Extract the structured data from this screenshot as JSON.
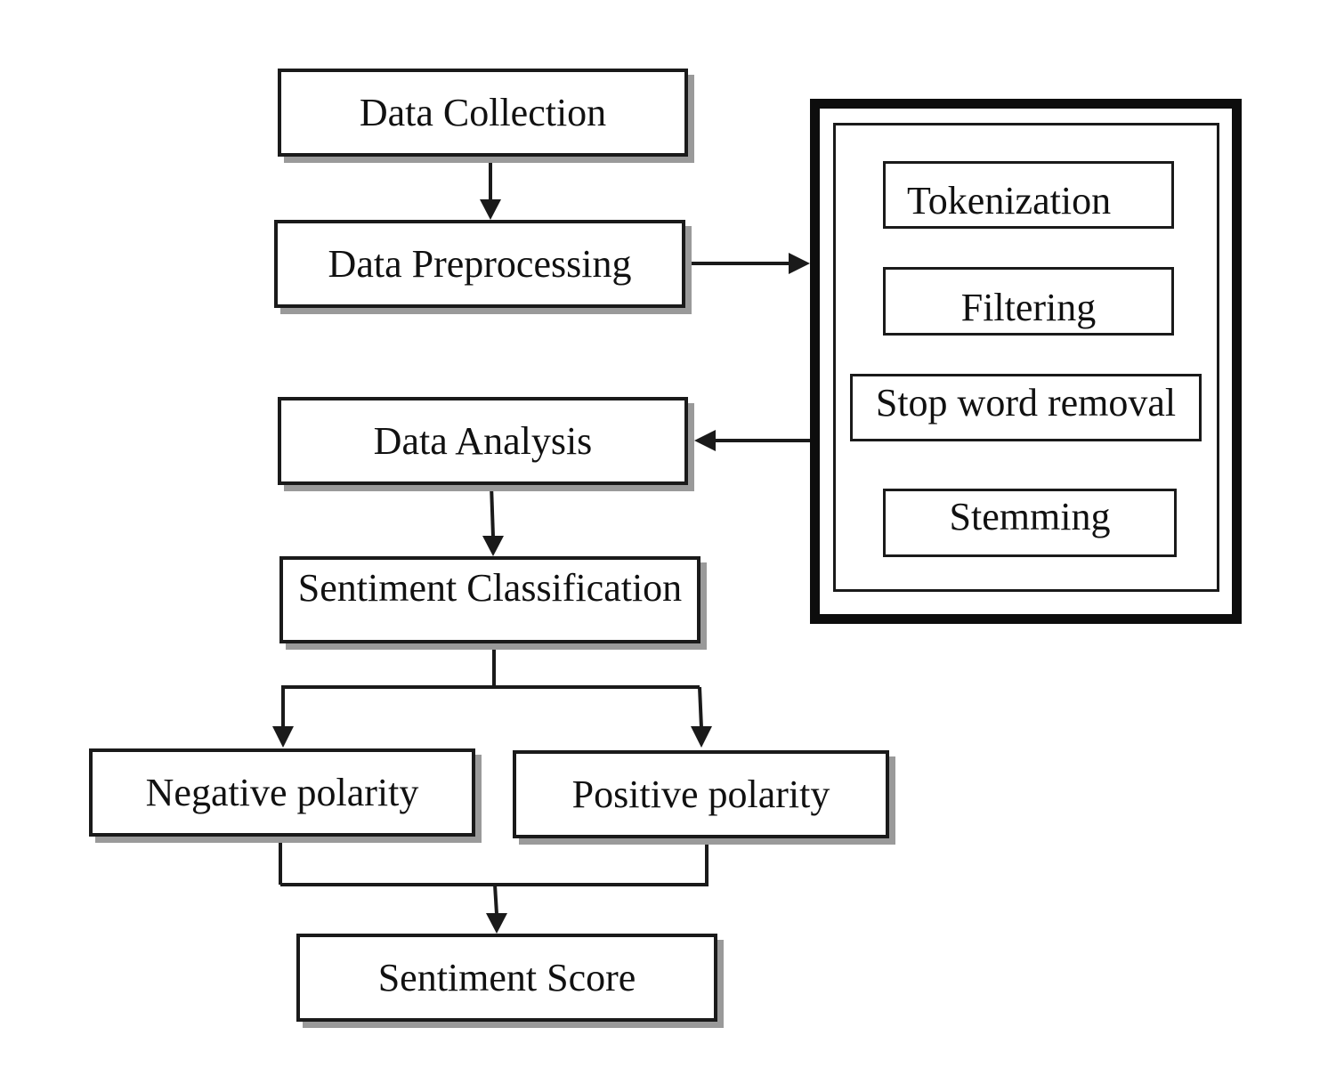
{
  "nodes": {
    "data_collection": "Data Collection",
    "data_preprocessing": "Data Preprocessing",
    "data_analysis": "Data Analysis",
    "sentiment_classification": "Sentiment Classification",
    "negative_polarity": "Negative polarity",
    "positive_polarity": "Positive polarity",
    "sentiment_score": "Sentiment Score"
  },
  "preprocessing_steps": {
    "tokenization": "Tokenization",
    "filtering": "Filtering",
    "stop_word_removal": "Stop word removal",
    "stemming": "Stemming"
  },
  "colors": {
    "stroke": "#1a1a1a",
    "shadow": "#9a9a9a",
    "background": "#ffffff"
  }
}
